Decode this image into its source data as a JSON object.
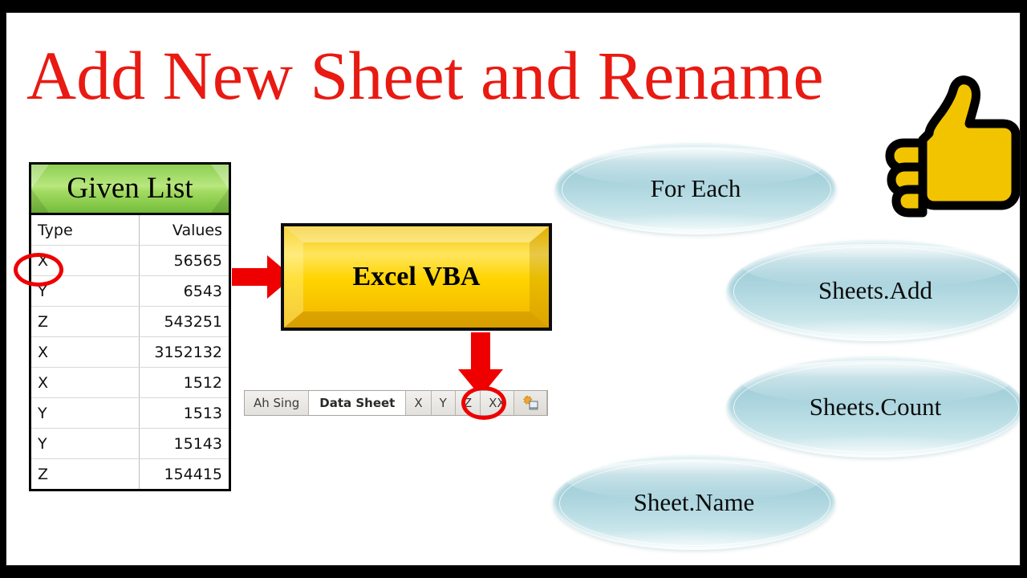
{
  "title": "Add New Sheet and Rename",
  "decor": {
    "thumbs_up_icon": "thumbs-up-icon",
    "accent_red": "#e81a12",
    "vba_yellow": "#ffd400",
    "list_green": "#8dcf52",
    "oval_blue": "#b3dce4"
  },
  "given_list": {
    "header": "Given List",
    "columns": [
      "Type",
      "Values"
    ],
    "rows": [
      {
        "type": "X",
        "value": "56565"
      },
      {
        "type": "Y",
        "value": "6543"
      },
      {
        "type": "Z",
        "value": "543251"
      },
      {
        "type": "X",
        "value": "3152132"
      },
      {
        "type": "X",
        "value": "1512"
      },
      {
        "type": "Y",
        "value": "1513"
      },
      {
        "type": "Y",
        "value": "15143"
      },
      {
        "type": "Z",
        "value": "154415"
      }
    ],
    "highlighted_cell": "X"
  },
  "process_box": {
    "label": "Excel VBA"
  },
  "arrows": {
    "input_arrow": "arrow-right-icon",
    "output_arrow": "arrow-down-icon"
  },
  "sheet_tabs": {
    "tabs": [
      {
        "label": "Ah Sing",
        "active": false
      },
      {
        "label": "Data Sheet",
        "active": true
      },
      {
        "label": "X",
        "active": false
      },
      {
        "label": "Y",
        "active": false
      },
      {
        "label": "Z",
        "active": false
      },
      {
        "label": "XX",
        "active": false
      }
    ],
    "insert_sheet_icon": "insert-sheet-icon",
    "highlighted_tab": "X"
  },
  "keywords": [
    {
      "label": "For Each"
    },
    {
      "label": "Sheets.Add"
    },
    {
      "label": "Sheets.Count"
    },
    {
      "label": "Sheet.Name"
    }
  ]
}
